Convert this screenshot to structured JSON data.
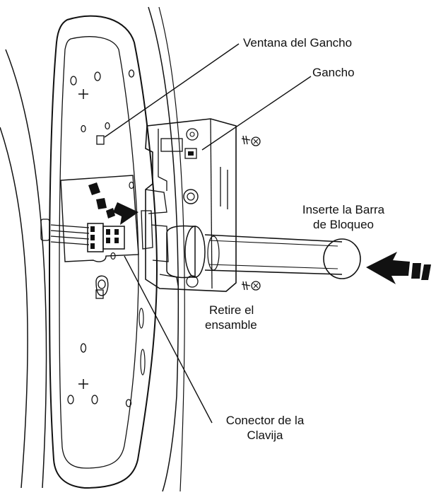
{
  "labels": {
    "hook_window": "Ventana del Gancho",
    "hook": "Gancho",
    "insert_bar_line1": "Inserte la Barra",
    "insert_bar_line2": "de Bloqueo",
    "remove_line1": "Retire el",
    "remove_line2": "ensamble",
    "connector_line1": "Conector de la",
    "connector_line2": "Clavija"
  },
  "colors": {
    "line": "#111111",
    "arrow_fill": "#111111",
    "background": "#ffffff"
  },
  "icons": {
    "push_arrow": "push-arrow-icon",
    "rotate_arrow": "rotate-arrow-icon"
  }
}
